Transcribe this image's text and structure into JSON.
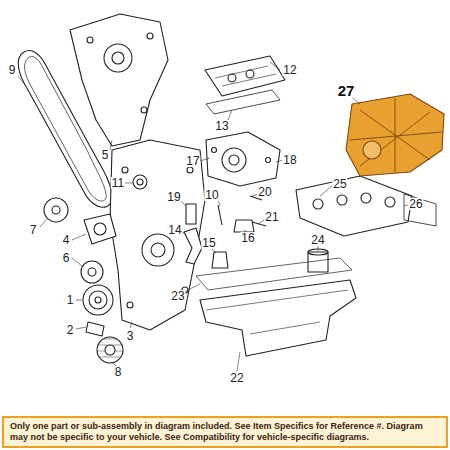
{
  "diagram": {
    "nodes": [
      {
        "text": [
          "Only one part or sub-assembly in diagram included. See Item Specifics for Reference #. Diagram may not be specific to your vehicle. See Compatibility for vehicle-specific diagrams."
        ]
      }
    ],
    "labels": [
      "1",
      "2",
      "3",
      "4",
      "5",
      "6",
      "7",
      "8",
      "9",
      "10",
      "11",
      "12",
      "13",
      "14",
      "15",
      "16",
      "17",
      "18",
      "19",
      "20",
      "21",
      "22",
      "23",
      "24",
      "25",
      "26",
      "27"
    ]
  }
}
